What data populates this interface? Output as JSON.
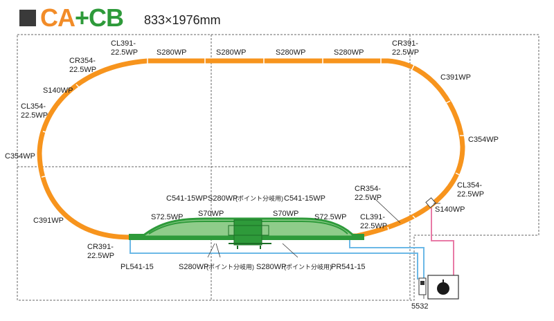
{
  "header": {
    "ca": "CA",
    "plus": "+",
    "cb": "CB",
    "size": "833×1976mm"
  },
  "colors": {
    "curve_track": "#f7941d",
    "straight_track": "#f7941d",
    "turnout": "#2e9a3a",
    "feeder_blue": "#6bb8e6",
    "feeder_pink": "#e87aa6",
    "boundary": "#555555"
  },
  "labels": {
    "cl391_top": [
      "CL391-",
      "22.5WP"
    ],
    "s280_1": "S280WP",
    "s280_2": "S280WP",
    "s280_3": "S280WP",
    "s280_4": "S280WP",
    "cr391_top": [
      "CR391-",
      "22.5WP"
    ],
    "cr354_left": [
      "CR354-",
      "22.5WP"
    ],
    "c391_right": "C391WP",
    "s140_left": "S140WP",
    "cl354_left": [
      "CL354-",
      "22.5WP"
    ],
    "c354_right": "C354WP",
    "c354_left": "C354WP",
    "cr354_mid": [
      "CR354-",
      "22.5WP"
    ],
    "cl354_right": [
      "CL354-",
      "22.5WP"
    ],
    "c541_l": "C541-15WP",
    "s280_point": "S280WP",
    "s280_point_paren": "(ポイント分岐用)",
    "c541_r": "C541-15WP",
    "s140_right": "S140WP",
    "s72_l": "S72.5WP",
    "s70_l": "S70WP",
    "s70_r": "S70WP",
    "s72_r": "S72.5WP",
    "cl391_low": [
      "CL391-",
      "22.5WP"
    ],
    "c391_left": "C391WP",
    "cr391_low": [
      "CR391-",
      "22.5WP"
    ],
    "pl541": "PL541-15",
    "s280_bot_l": "S280WP",
    "s280_bot_l_paren": "(ポイント分岐用)",
    "s280_bot_r": "S280WP",
    "s280_bot_r_paren": "(ポイント分岐用)",
    "pr541": "PR541-15",
    "controller": "5532"
  }
}
